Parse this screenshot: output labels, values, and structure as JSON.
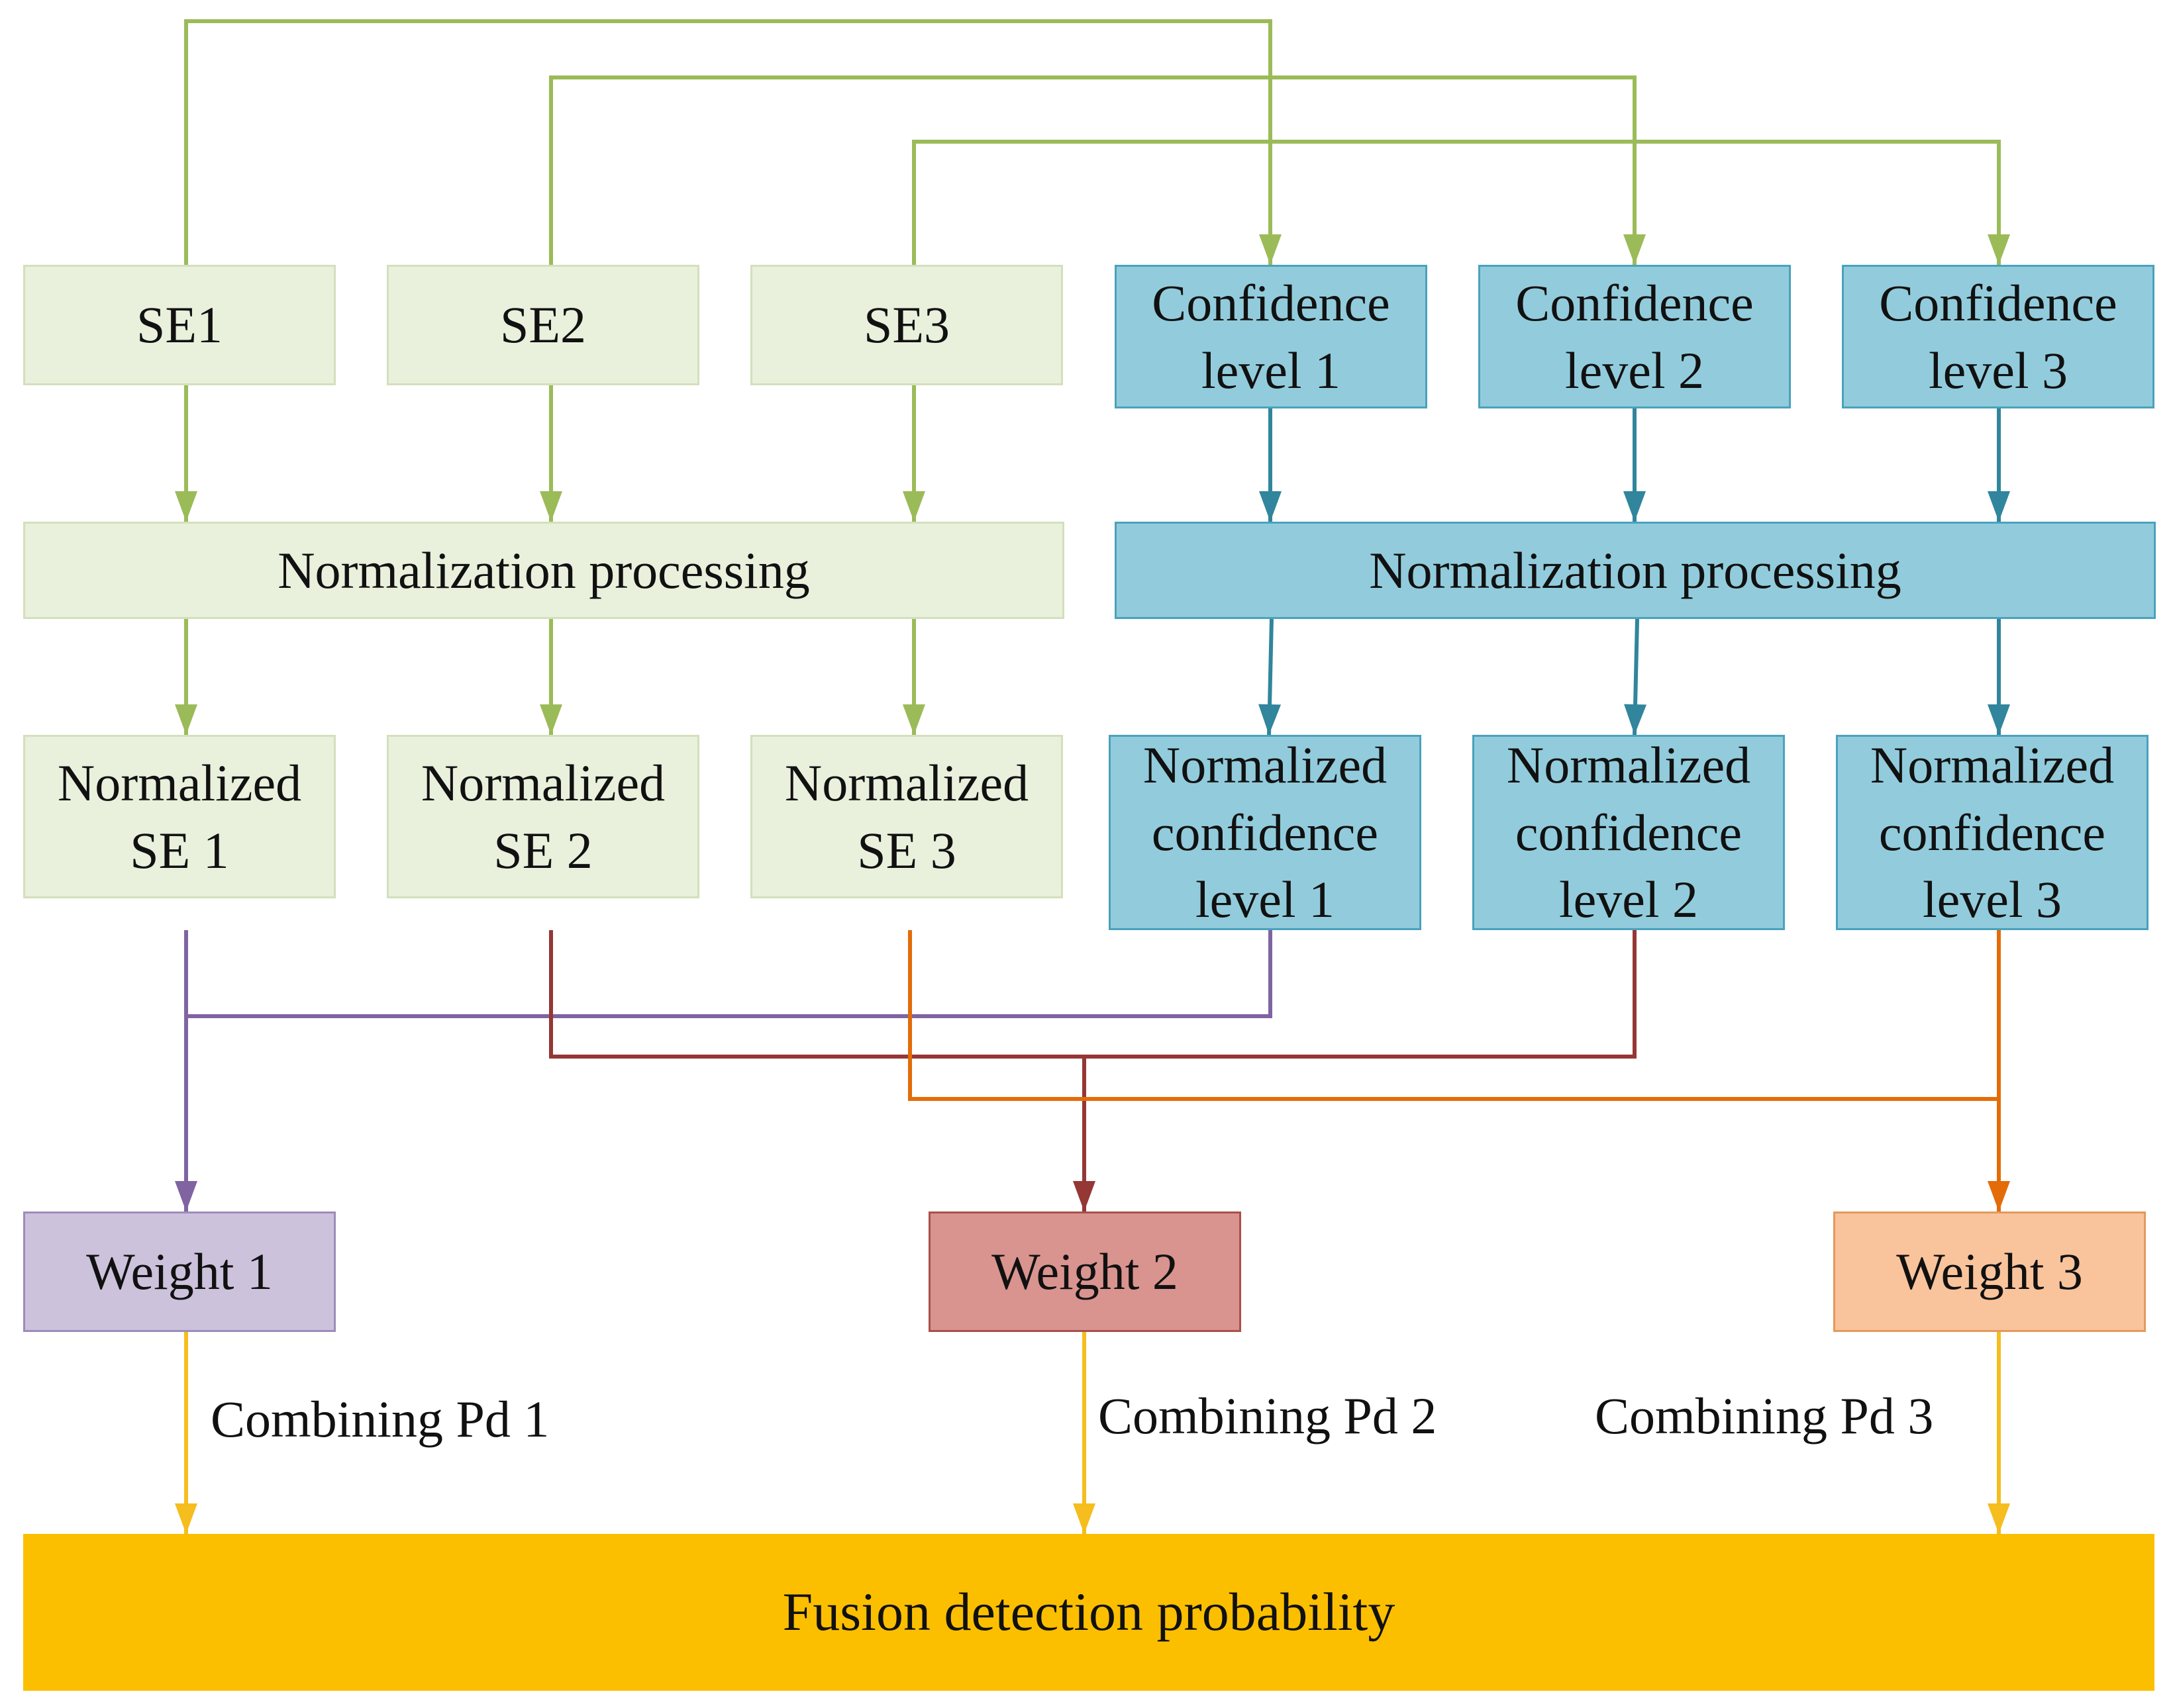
{
  "colors": {
    "green_line": "#9bbb59",
    "blue_line": "#31859c",
    "purple_line": "#8064a2",
    "red_line": "#953735",
    "orange_line": "#e36c09",
    "gold_line": "#f5bd1e",
    "fusion_fill": "#fcbf00"
  },
  "se_boxes": [
    "SE1",
    "SE2",
    "SE3"
  ],
  "confidence_boxes": [
    "Confidence\nlevel 1",
    "Confidence\nlevel 2",
    "Confidence\nlevel 3"
  ],
  "normalization_left": "Normalization processing",
  "normalization_right": "Normalization processing",
  "normalized_se": [
    "Normalized\nSE 1",
    "Normalized\nSE 2",
    "Normalized\nSE 3"
  ],
  "normalized_confidence": [
    "Normalized\nconfidence\nlevel 1",
    "Normalized\nconfidence\nlevel 2",
    "Normalized\nconfidence\nlevel 3"
  ],
  "weights": [
    "Weight 1",
    "Weight 2",
    "Weight 3"
  ],
  "combining_labels": [
    "Combining Pd 1",
    "Combining Pd 2",
    "Combining Pd 3"
  ],
  "fusion": "Fusion detection probability"
}
